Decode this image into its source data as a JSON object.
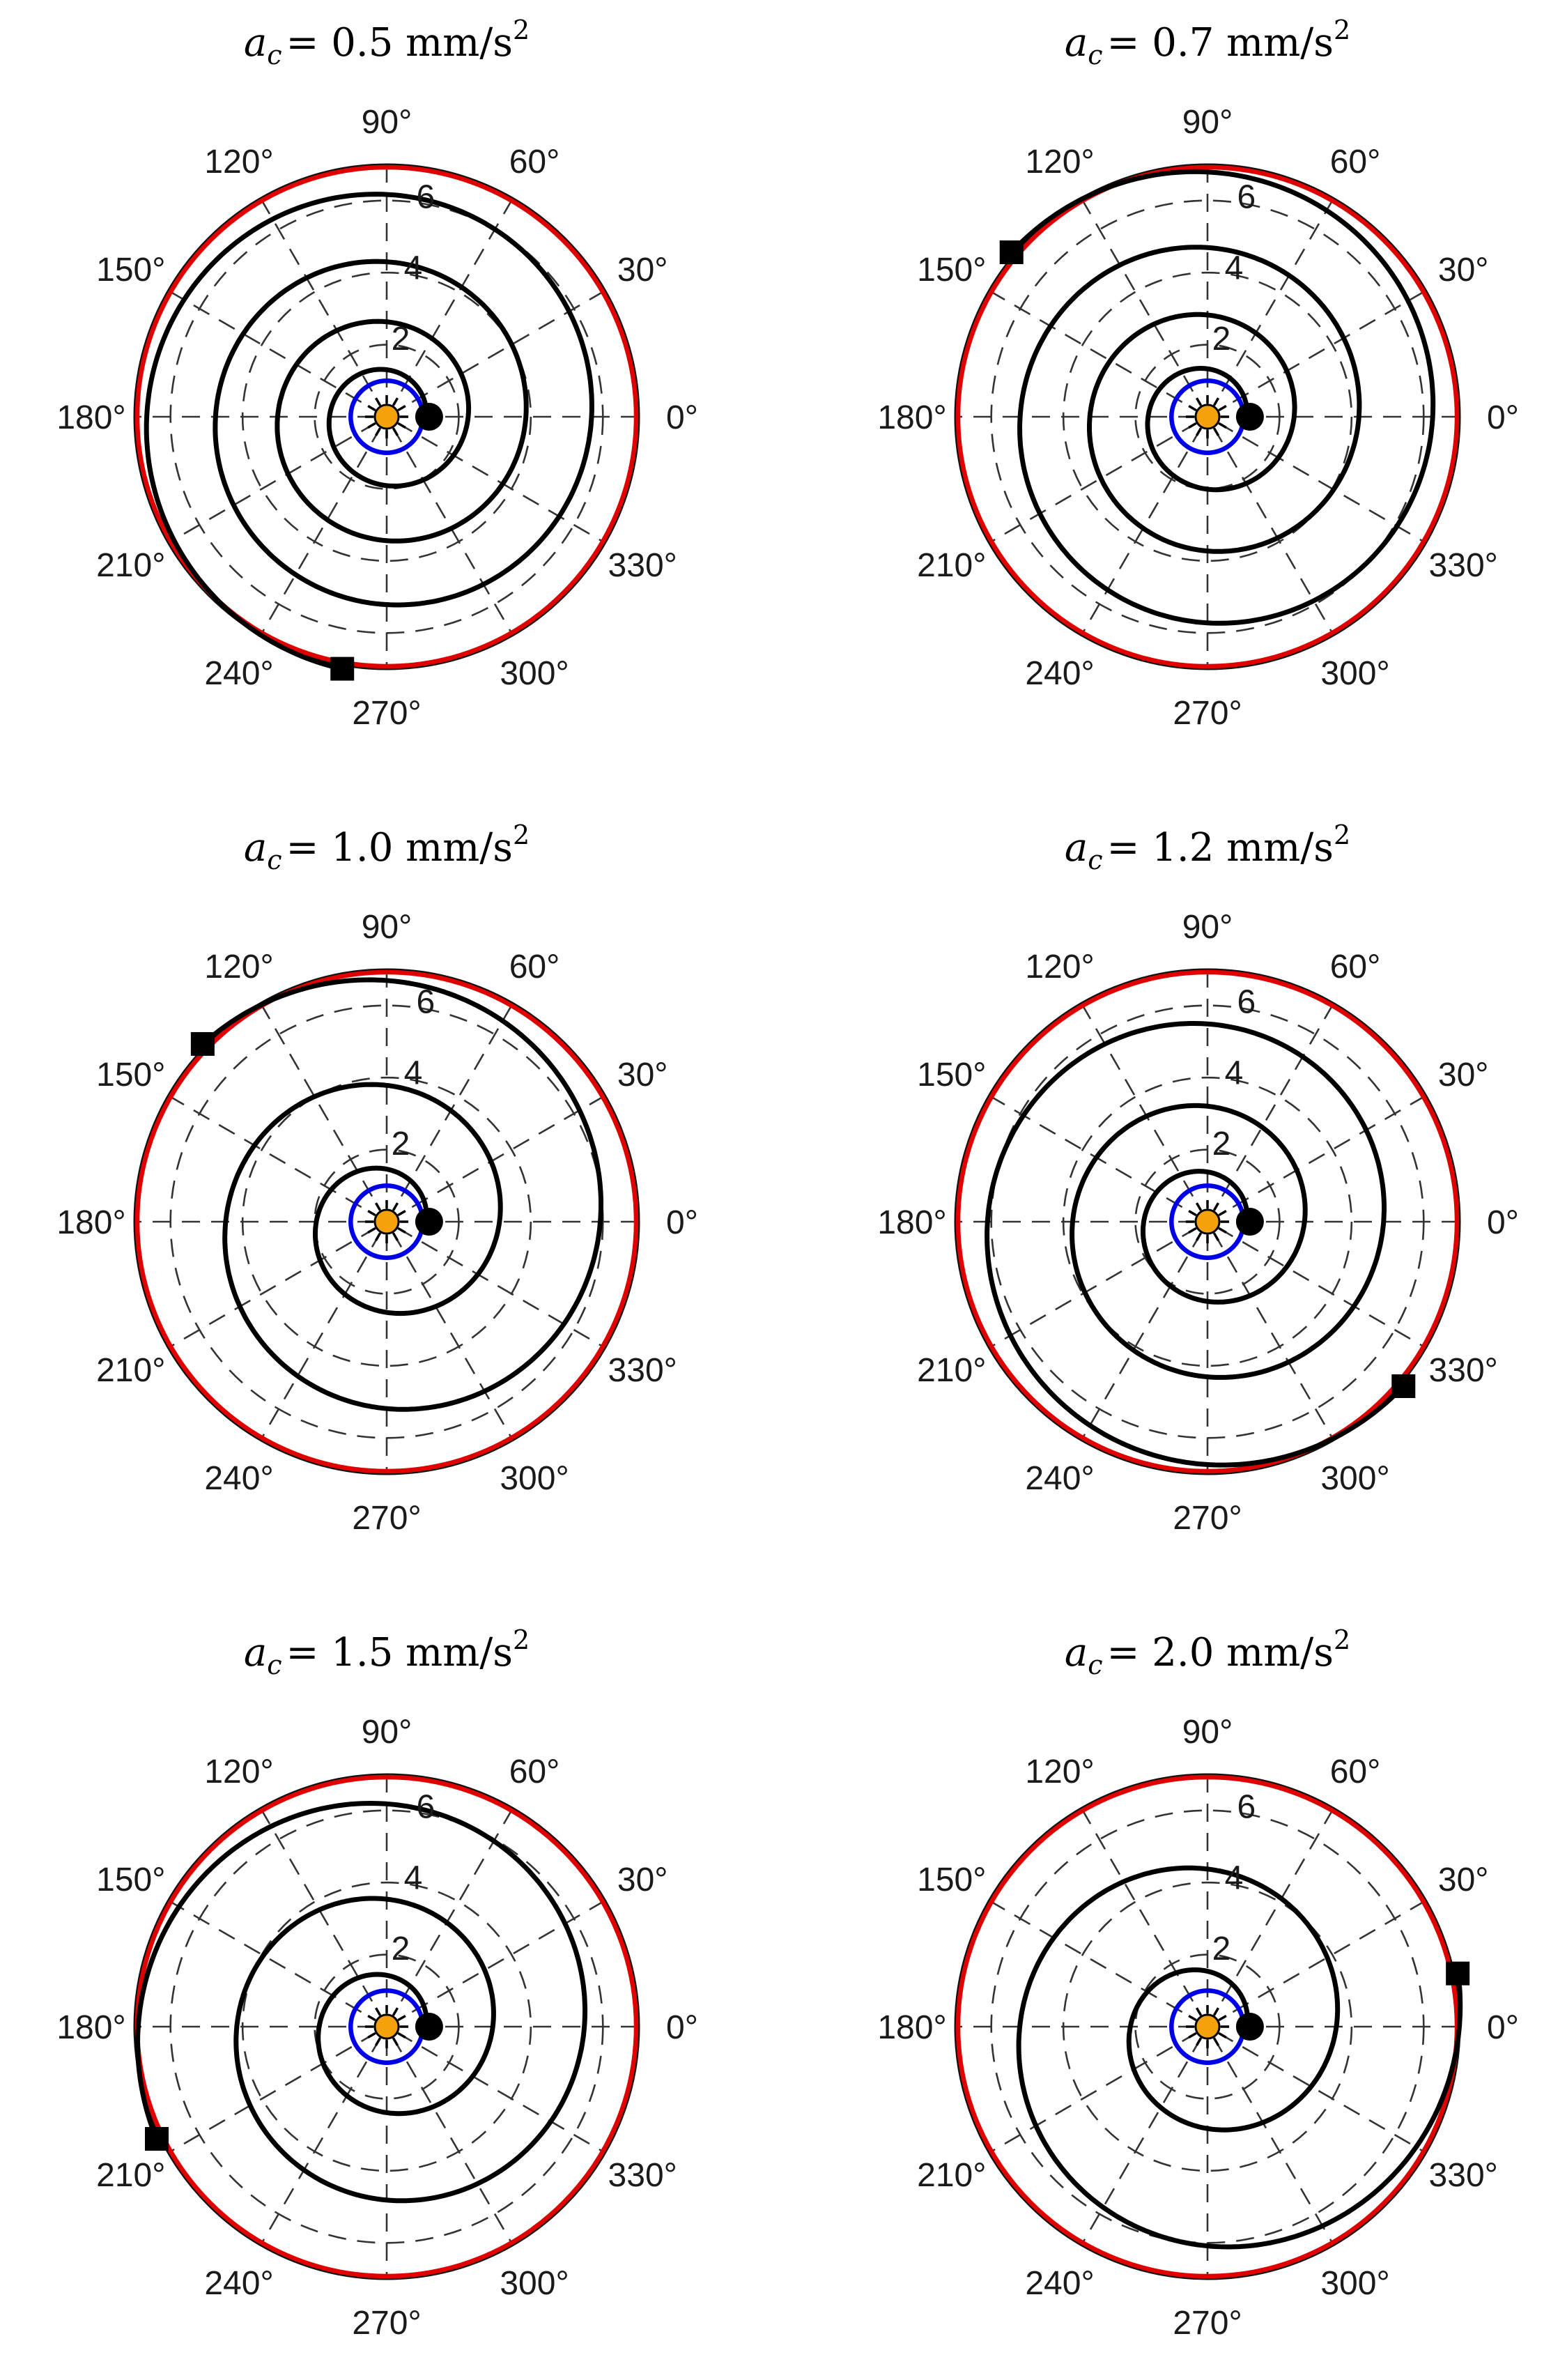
{
  "figure": {
    "panel_count": 6,
    "layout": "3 rows x 2 columns"
  },
  "colors": {
    "trajectory": "#000000",
    "target_orbit": "#e00000",
    "inner_orbit": "#0000e6",
    "sun": "#f5a20a",
    "grid": "#333333"
  },
  "chart_data": [
    {
      "type": "polar",
      "title_var": "a",
      "title_sub": "c",
      "title_value": "= 0.5 mm/s",
      "title_exp": "2",
      "r_ticks": [
        "2",
        "4",
        "6"
      ],
      "r_max": 7,
      "theta_ticks": [
        "0°",
        "30°",
        "60°",
        "90°",
        "120°",
        "150°",
        "180°",
        "210°",
        "240°",
        "270°",
        "300°",
        "330°"
      ],
      "inner_orbit_r": 1,
      "target_orbit_r": 7,
      "start": {
        "r": 1.1,
        "theta_deg": 0
      },
      "end": {
        "r": 7.1,
        "theta_deg": 260
      },
      "spiral_turns": 3.72
    },
    {
      "type": "polar",
      "title_var": "a",
      "title_sub": "c",
      "title_value": "= 0.7 mm/s",
      "title_exp": "2",
      "r_ticks": [
        "2",
        "4",
        "6"
      ],
      "r_max": 7,
      "theta_ticks": [
        "0°",
        "30°",
        "60°",
        "90°",
        "120°",
        "150°",
        "180°",
        "210°",
        "240°",
        "270°",
        "300°",
        "330°"
      ],
      "inner_orbit_r": 1,
      "target_orbit_r": 7,
      "start": {
        "r": 1.1,
        "theta_deg": 0
      },
      "end": {
        "r": 7.1,
        "theta_deg": 140
      },
      "spiral_turns": 3.39
    },
    {
      "type": "polar",
      "title_var": "a",
      "title_sub": "c",
      "title_value": "= 1.0 mm/s",
      "title_exp": "2",
      "r_ticks": [
        "2",
        "4",
        "6"
      ],
      "r_max": 7,
      "theta_ticks": [
        "0°",
        "30°",
        "60°",
        "90°",
        "120°",
        "150°",
        "180°",
        "210°",
        "240°",
        "270°",
        "300°",
        "330°"
      ],
      "inner_orbit_r": 1,
      "target_orbit_r": 7,
      "start": {
        "r": 1.1,
        "theta_deg": 0
      },
      "end": {
        "r": 7.1,
        "theta_deg": 136
      },
      "spiral_turns": 2.38
    },
    {
      "type": "polar",
      "title_var": "a",
      "title_sub": "c",
      "title_value": "= 1.2 mm/s",
      "title_exp": "2",
      "r_ticks": [
        "2",
        "4",
        "6"
      ],
      "r_max": 7,
      "theta_ticks": [
        "0°",
        "30°",
        "60°",
        "90°",
        "120°",
        "150°",
        "180°",
        "210°",
        "240°",
        "270°",
        "300°",
        "330°"
      ],
      "inner_orbit_r": 1,
      "target_orbit_r": 7,
      "start": {
        "r": 1.1,
        "theta_deg": 0
      },
      "end": {
        "r": 7.1,
        "theta_deg": 320
      },
      "spiral_turns": 2.89
    },
    {
      "type": "polar",
      "title_var": "a",
      "title_sub": "c",
      "title_value": "= 1.5 mm/s",
      "title_exp": "2",
      "r_ticks": [
        "2",
        "4",
        "6"
      ],
      "r_max": 7,
      "theta_ticks": [
        "0°",
        "30°",
        "60°",
        "90°",
        "120°",
        "150°",
        "180°",
        "210°",
        "240°",
        "270°",
        "300°",
        "330°"
      ],
      "inner_orbit_r": 1,
      "target_orbit_r": 7,
      "start": {
        "r": 1.1,
        "theta_deg": 0
      },
      "end": {
        "r": 7.1,
        "theta_deg": 206
      },
      "spiral_turns": 2.57
    },
    {
      "type": "polar",
      "title_var": "a",
      "title_sub": "c",
      "title_value": "= 2.0 mm/s",
      "title_exp": "2",
      "r_ticks": [
        "2",
        "4",
        "6"
      ],
      "r_max": 7,
      "theta_ticks": [
        "0°",
        "30°",
        "60°",
        "90°",
        "120°",
        "150°",
        "180°",
        "210°",
        "240°",
        "270°",
        "300°",
        "330°"
      ],
      "inner_orbit_r": 1,
      "target_orbit_r": 7,
      "start": {
        "r": 1.1,
        "theta_deg": 0
      },
      "end": {
        "r": 7.1,
        "theta_deg": 12
      },
      "spiral_turns": 2.03
    }
  ]
}
